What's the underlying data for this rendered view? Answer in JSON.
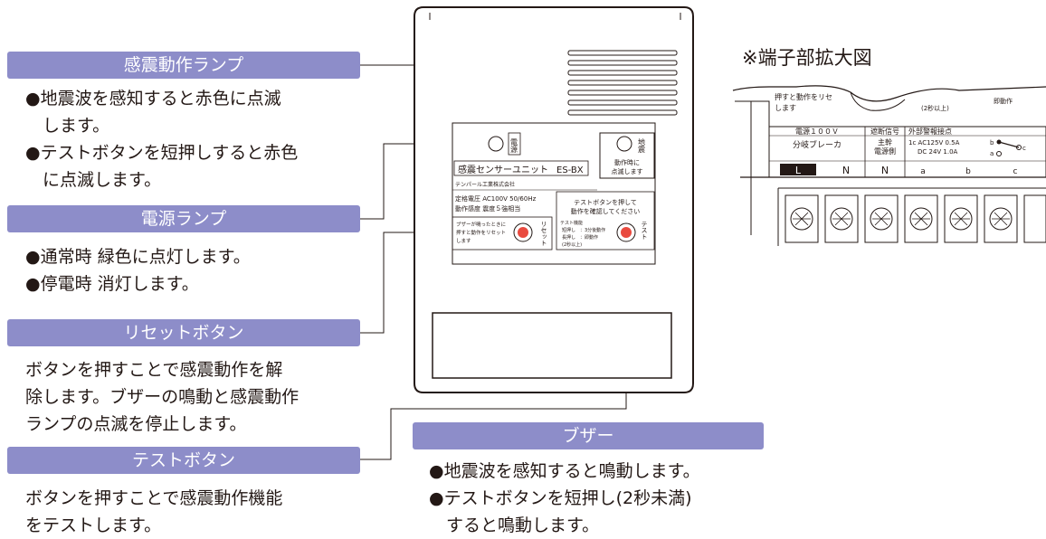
{
  "labels": {
    "seismic_lamp": "感震動作ランプ",
    "power_lamp": "電源ランプ",
    "reset_button": "リセットボタン",
    "test_button": "テストボタン",
    "buzzer": "ブザー"
  },
  "descriptions": {
    "seismic_lamp": [
      "●地震波を感知すると赤色に点滅",
      "　します。",
      "●テストボタンを短押しすると赤色",
      "　に点滅します。"
    ],
    "power_lamp": [
      "●通常時 緑色に点灯します。",
      "●停電時 消灯します。"
    ],
    "reset_button": [
      "ボタンを押すことで感震動作を解",
      "除します。ブザーの鳴動と感震動作",
      "ランプの点滅を停止します。"
    ],
    "test_button": [
      "ボタンを押すことで感震動作機能",
      "をテストします。"
    ],
    "buzzer": [
      "●地震波を感知すると鳴動します。",
      "●テストボタンを短押し(2秒未満)",
      "　すると鳴動します。"
    ]
  },
  "enlarged_caption": "※端子部拡大図",
  "device": {
    "power_lamp_label": "電源",
    "seismic_lamp_label": "地震",
    "seismic_lamp_note_1": "動作時に",
    "seismic_lamp_note_2": "点滅します",
    "product_name": "感震センサーユニット",
    "model": "ES-BX",
    "maker": "テンパール工業株式会社",
    "rating": "定格電圧 AC100V 50/60Hz",
    "sensitivity": "動作感度 震度５強相当",
    "reset_note_1": "ブザーが鳴ったときに",
    "reset_note_2": "押すと動作をリセット",
    "reset_note_3": "します",
    "reset_vertical": "リセット",
    "test_note_1": "テストボタンを押して",
    "test_note_2": "動作を確認してください",
    "test_func_1": "テスト機能",
    "test_func_2": "短押し　：3分後動作",
    "test_func_3": "長押し　：即動作",
    "test_func_4": "(2秒以上)",
    "test_vertical": "テスト"
  },
  "terminal": {
    "top_text_1": "押すと動作をリセ",
    "top_text_2": "します",
    "top_text_3": "(2秒以上)",
    "top_text_4": "即動作",
    "power_header": "電源１００Ｖ",
    "cutoff_header": "遮断信号",
    "alarm_header": "外部警報接点",
    "branch_breaker": "分岐ブレーカ",
    "main_1": "主幹",
    "main_2": "電源側",
    "rating_ac": "1c  AC125V  0.5A",
    "rating_dc": "DC  24V  1.0A",
    "t_L": "L",
    "t_N1": "N",
    "t_N2": "N",
    "t_a": "a",
    "t_b": "b",
    "t_c": "c",
    "sw_b": "b",
    "sw_a": "a",
    "sw_c": "c"
  }
}
